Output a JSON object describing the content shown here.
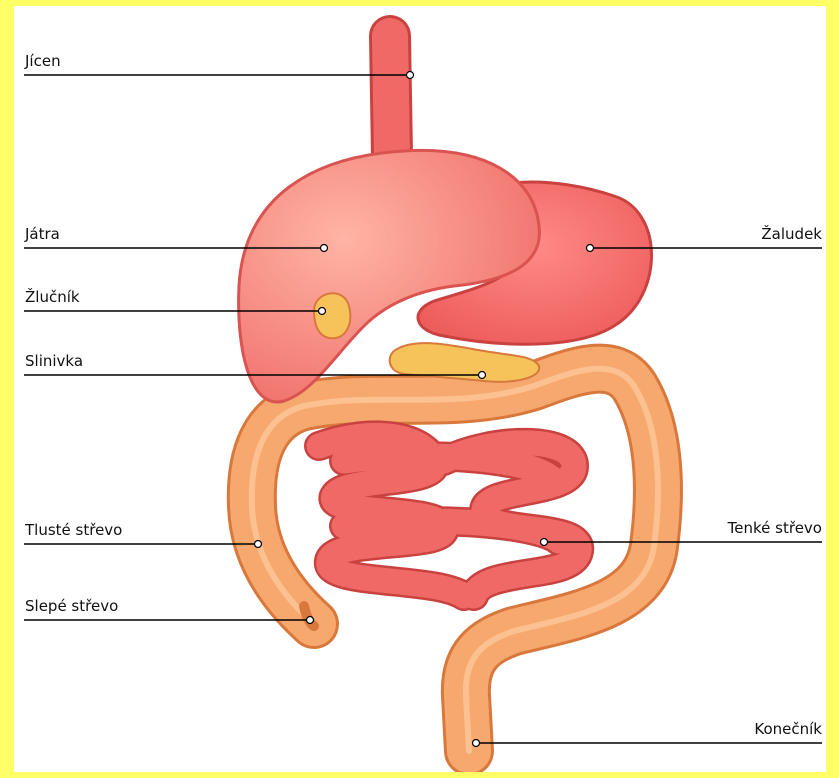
{
  "labels": {
    "esophagus": "Jícen",
    "liver": "Játra",
    "gallbladder": "Žlučník",
    "pancreas": "Slinivka",
    "large_intestine": "Tlusté střevo",
    "appendix": "Slepé střevo",
    "stomach": "Žaludek",
    "small_intestine": "Tenké střevo",
    "rectum": "Konečník"
  },
  "colors": {
    "border": "#ffff66",
    "organ_red": "#ef6a67",
    "organ_red_dark": "#c9423f",
    "colon": "#f7a86e",
    "colon_dark": "#d9783c",
    "gall": "#f6c35a",
    "leader": "#000000"
  }
}
